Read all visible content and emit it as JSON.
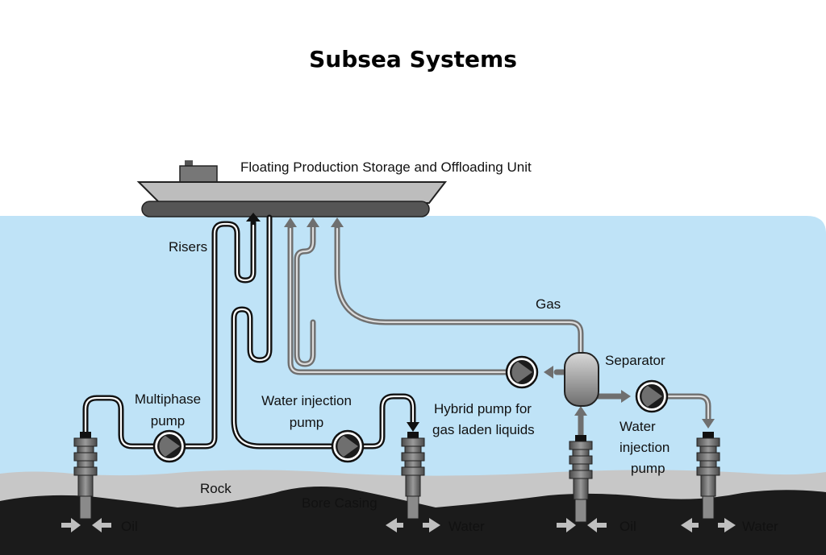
{
  "title": "Subsea Systems",
  "labels": {
    "fpso": "Floating Production Storage and Offloading Unit",
    "risers": "Risers",
    "multiphase_line1": "Multiphase",
    "multiphase_line2": "pump",
    "water_inj_left_line1": "Water injection",
    "water_inj_left_line2": "pump",
    "gas": "Gas",
    "separator": "Separator",
    "hybrid_line1": "Hybrid pump for",
    "hybrid_line2": "gas laden liquids",
    "water_inj_right_line1": "Water",
    "water_inj_right_line2": "injection",
    "water_inj_right_line3": "pump",
    "rock": "Rock",
    "bore_casing": "Bore Casing",
    "oil_1": "Oil",
    "water_1": "Water",
    "oil_2": "Oil",
    "water_2": "Water"
  },
  "colors": {
    "sea": "#bfe3f7",
    "rock": "#c7c7c7",
    "seabed": "#1b1b1b",
    "hull": "#bdbdbd",
    "pipe_dark": "#111111",
    "pipe_grey": "#6f6f6f"
  }
}
